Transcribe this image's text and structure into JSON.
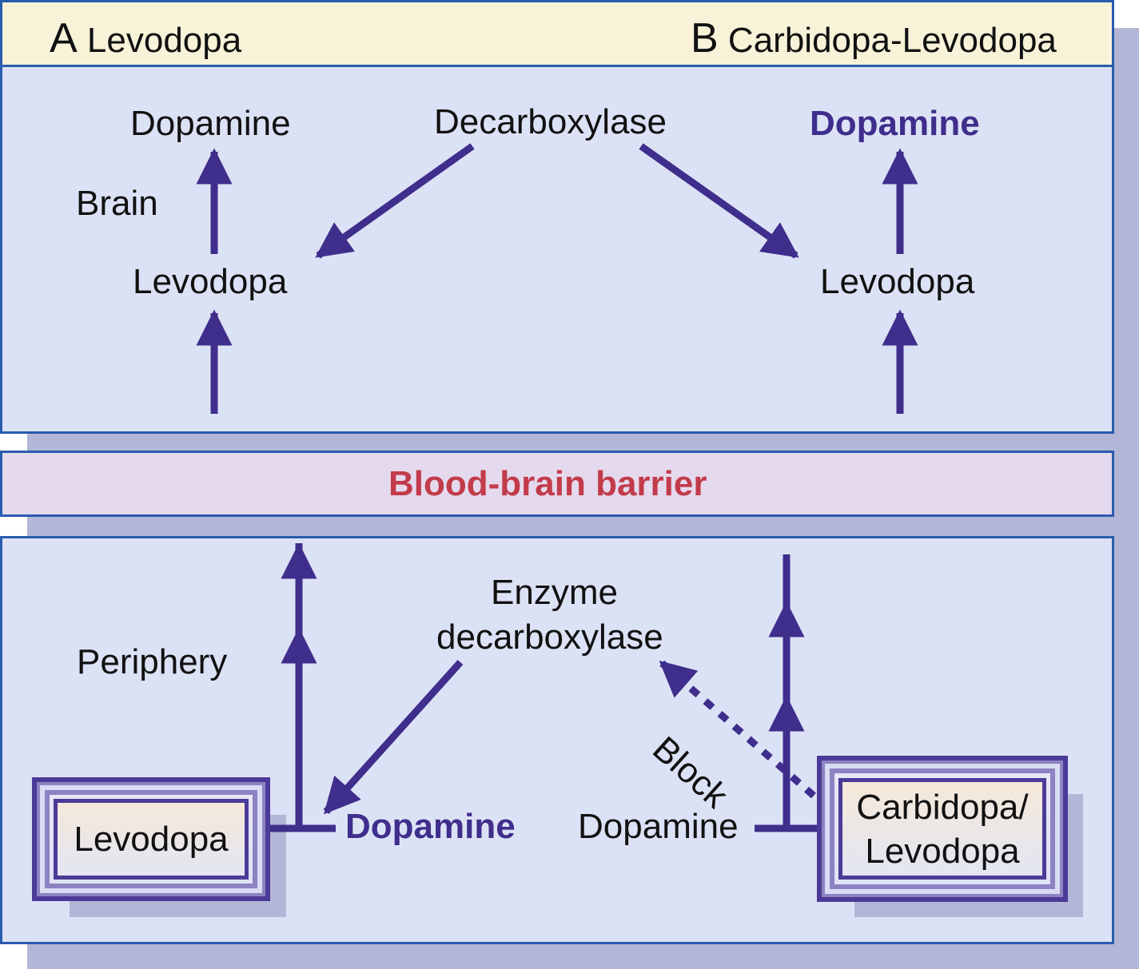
{
  "panel_a": {
    "letter": "A",
    "title": "Levodopa"
  },
  "panel_b": {
    "letter": "B",
    "title": "Carbidopa-Levodopa"
  },
  "brain": {
    "region_label": "Brain",
    "a_dopamine": "Dopamine",
    "a_levodopa": "Levodopa",
    "decarboxylase": "Decarboxylase",
    "b_dopamine": "Dopamine",
    "b_levodopa": "Levodopa"
  },
  "barrier": {
    "label": "Blood-brain barrier"
  },
  "periphery": {
    "region_label": "Periphery",
    "enzyme_line1": "Enzyme",
    "enzyme_line2": "decarboxylase",
    "a_dopamine": "Dopamine",
    "b_dopamine": "Dopamine",
    "block_label": "Block",
    "a_drug_box": "Levodopa",
    "b_drug_box_line1": "Carbidopa/",
    "b_drug_box_line2": "Levodopa"
  },
  "colors": {
    "arrow": "#3f2e8c",
    "panel_border": "#2a5cae",
    "brain_bg": "#dce2f5",
    "barrier_bg": "#e5d9ed",
    "barrier_text": "#c23b4a",
    "header_bg": "#f8f2d8",
    "shadow": "#b3b6d6"
  }
}
